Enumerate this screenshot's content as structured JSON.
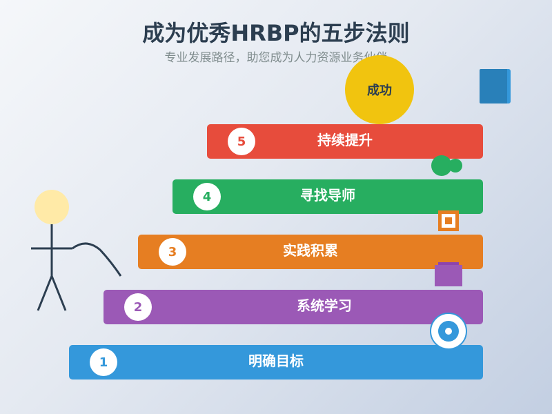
{
  "title": "成为优秀HRBP的五步法则",
  "subtitle": "专业发展路径，助您成为人力资源业务伙伴",
  "goal_label": "成功",
  "steps": [
    {
      "number": "1",
      "label": "明确目标",
      "color": "#3498db"
    },
    {
      "number": "2",
      "label": "系统学习",
      "color": "#9b59b6"
    },
    {
      "number": "3",
      "label": "实践积累",
      "color": "#e67e22"
    },
    {
      "number": "4",
      "label": "寻找导师",
      "color": "#27ae60"
    },
    {
      "number": "5",
      "label": "持续提升",
      "color": "#e74c3c"
    }
  ],
  "icons": {
    "book": "book-icon",
    "target": "target-icon",
    "folder": "folder-icon",
    "frame": "square-frame-icon",
    "chat": "chat-bubbles-icon",
    "person": "stick-figure-icon"
  }
}
